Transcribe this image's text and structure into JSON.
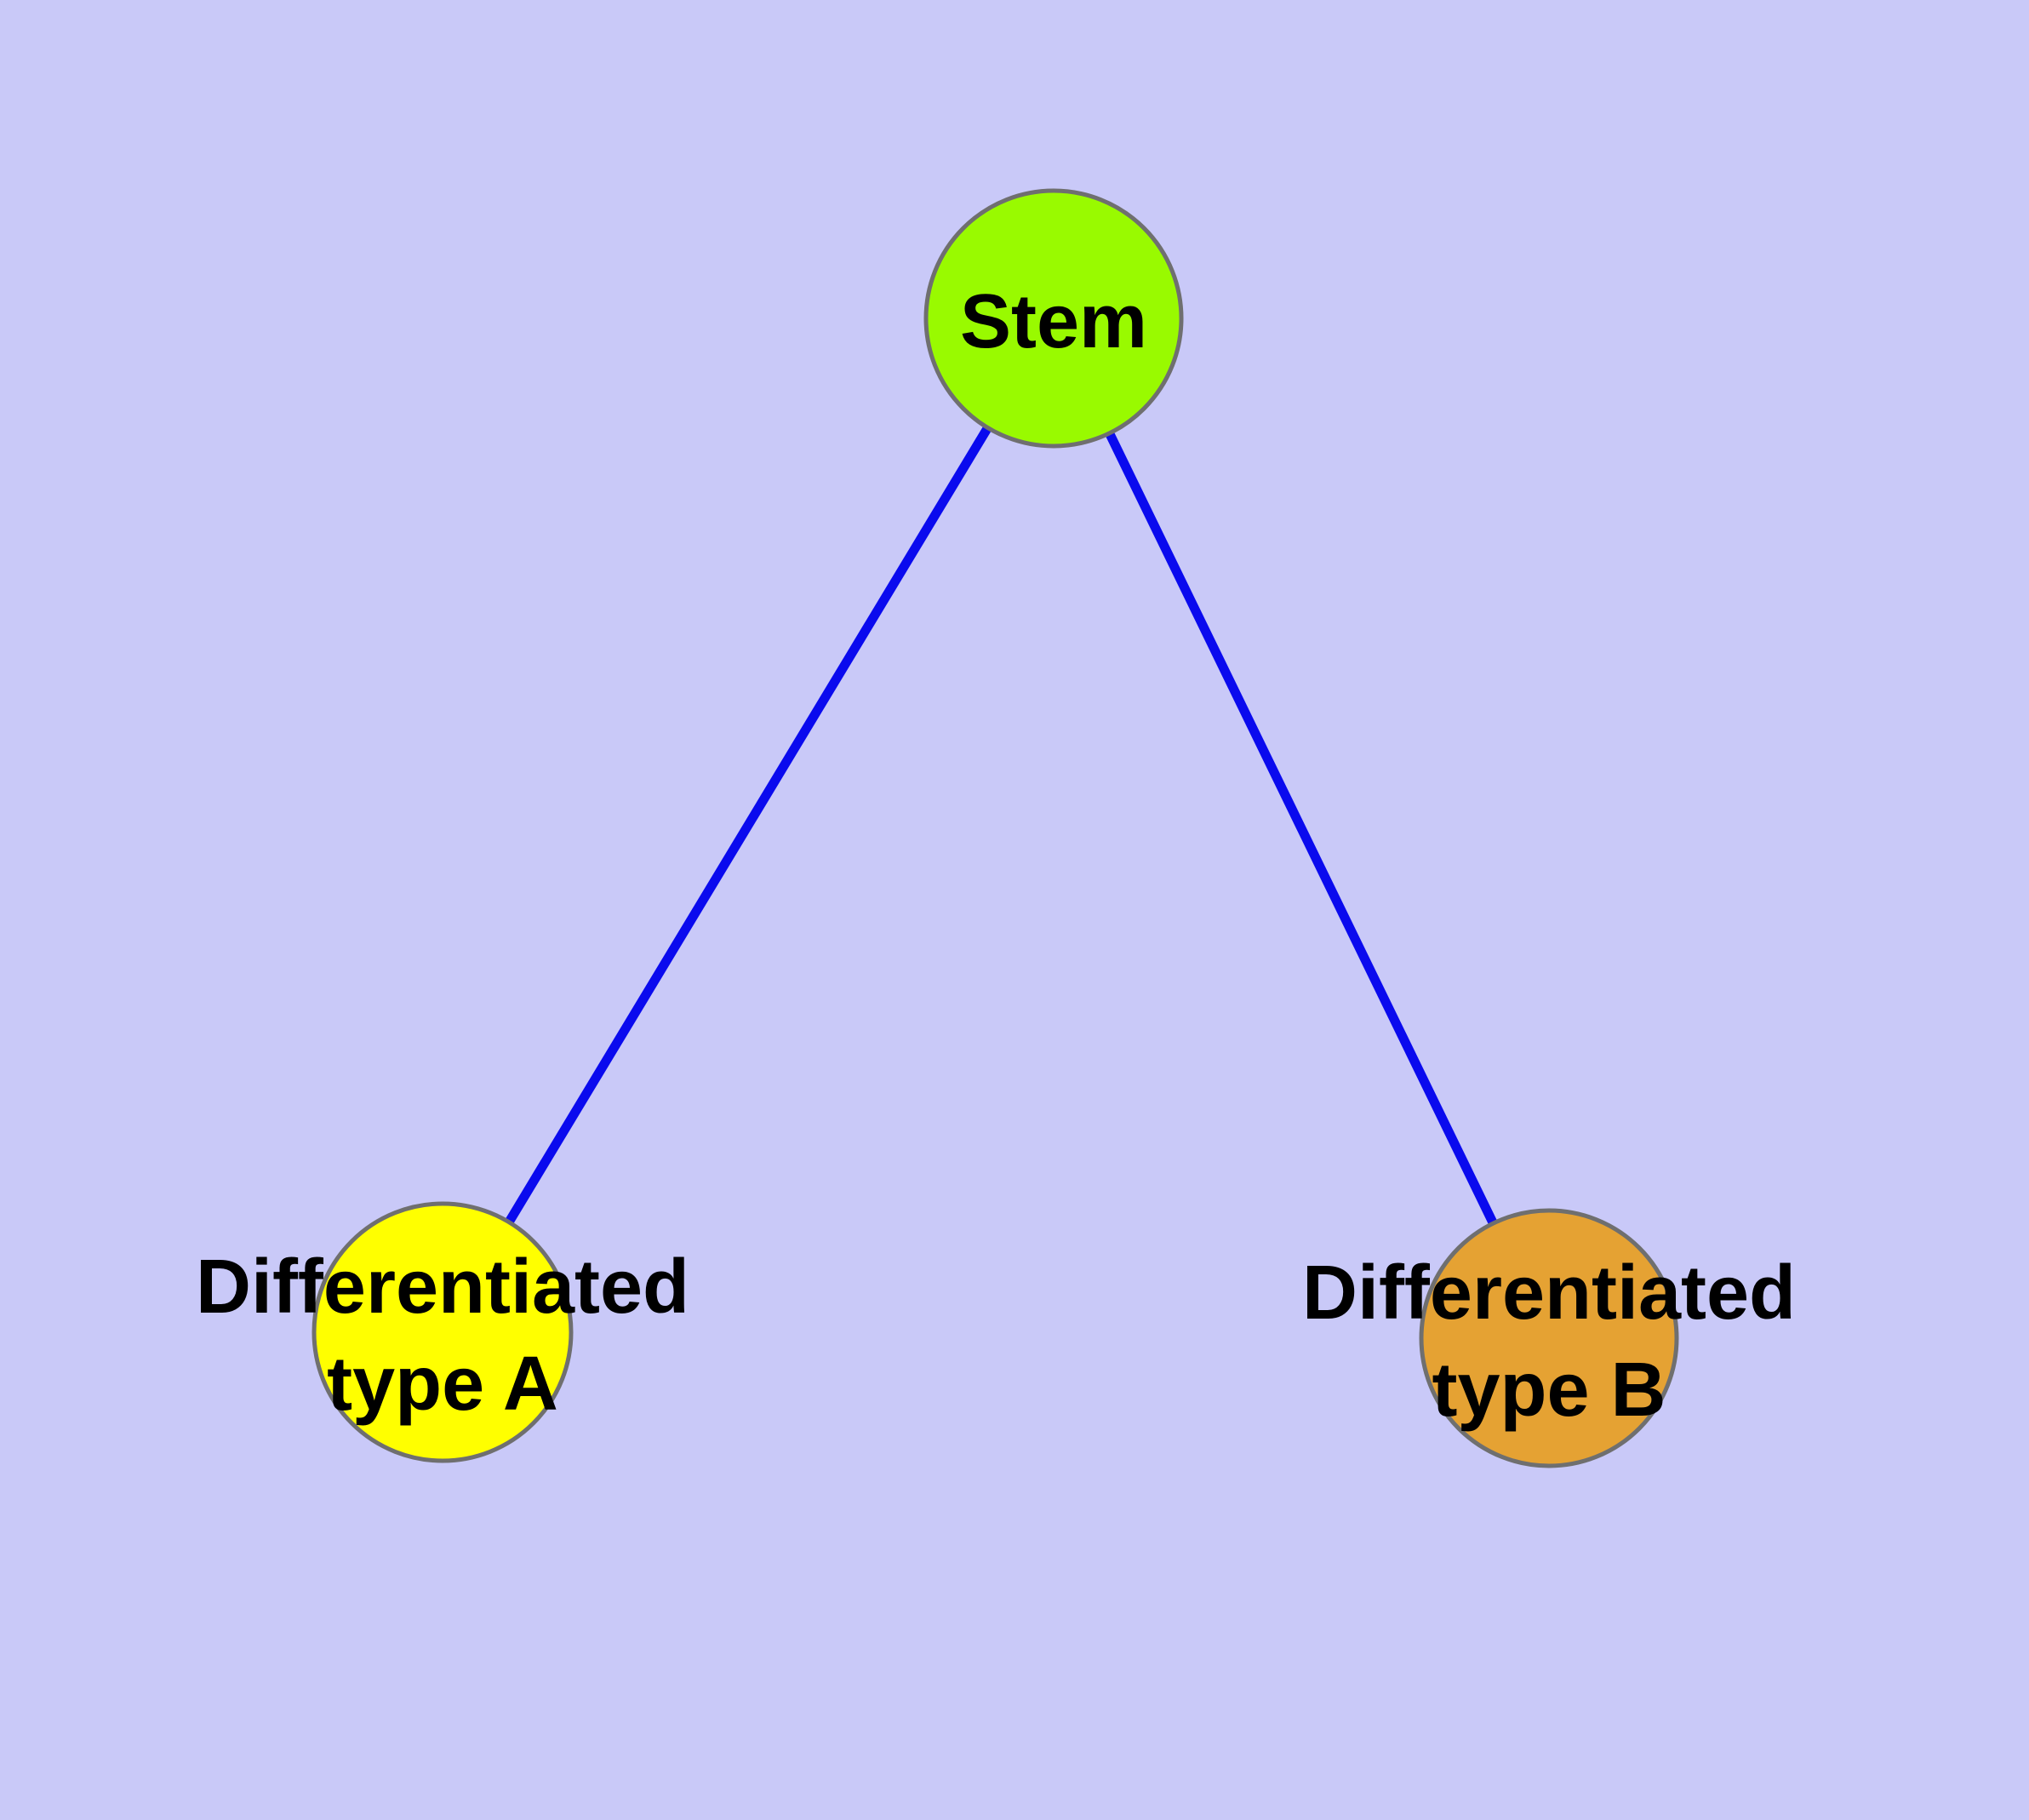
{
  "diagram": {
    "background_color": "#c9c9f8",
    "edge_color": "#0a0aee",
    "node_border_color": "#6f6f6f",
    "label_color": "#000000",
    "nodes": {
      "stem": {
        "label": "Stem",
        "fill": "#99fa00"
      },
      "type_a": {
        "label": "Differentiated type A",
        "label_line1": "Differentiated",
        "label_line2": "type A",
        "fill": "#ffff00"
      },
      "type_b": {
        "label": "Differentiated type B",
        "label_line1": "Differentiated",
        "label_line2": "type B",
        "fill": "#e5a233"
      }
    },
    "edges": [
      {
        "from": "Stem",
        "to": "Differentiated type A"
      },
      {
        "from": "Stem",
        "to": "Differentiated type B"
      }
    ]
  }
}
